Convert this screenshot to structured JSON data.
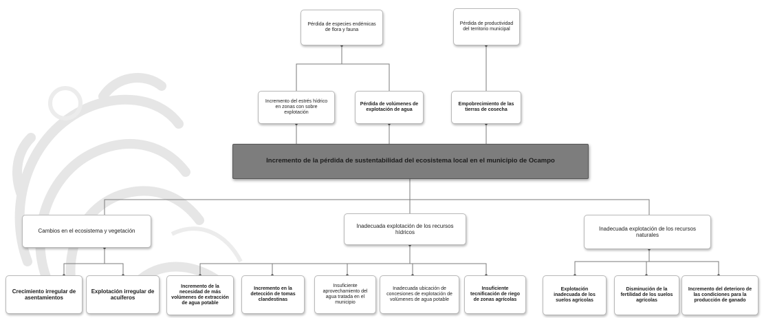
{
  "colors": {
    "central_fill": "#7d7d7d",
    "box_border": "#b9b9b9",
    "line": "#7a7a7a",
    "watermark": "#e6e6e6"
  },
  "effects_top": [
    "Pérdida de especies endémicas de flora y fauna",
    "Pérdida de productividad del territorio municipal"
  ],
  "effects_mid": [
    "Incremento del estrés hídrico en zonas con sobre explotación",
    "Pérdida de volúmenes de explotación de agua",
    "Empobrecimiento de las tierras de cosecha"
  ],
  "central_problem": "Incremento de la pérdida de sustentabilidad del ecosistema local en el municipio de Ocampo",
  "causes": [
    {
      "label": "Cambios en el ecosistema y vegetación",
      "subcauses": [
        "Crecimiento irregular de asentamientos",
        "Explotación irregular de acuíferos"
      ]
    },
    {
      "label": "Inadecuada explotación de los recursos hídricos",
      "subcauses": [
        "Incremento de la necesidad de más volúmenes de extracción de agua potable",
        "Incremento en la detección de tomas clandestinas",
        "Insuficiente aprovechamiento del agua tratada en el municipio",
        "Inadecuada ubicación de concesiones de explotación de volúmenes de agua potable",
        "Insuficiente tecnificación de riego de zonas agrícolas"
      ]
    },
    {
      "label": "Inadecuada explotación de los recursos naturales",
      "subcauses": [
        "Explotación inadecuada de los suelos agrícolas",
        "Disminución de la fertilidad de los suelos agrícolas",
        "Incremento del deterioro de las condiciones para la producción de ganado"
      ]
    }
  ]
}
